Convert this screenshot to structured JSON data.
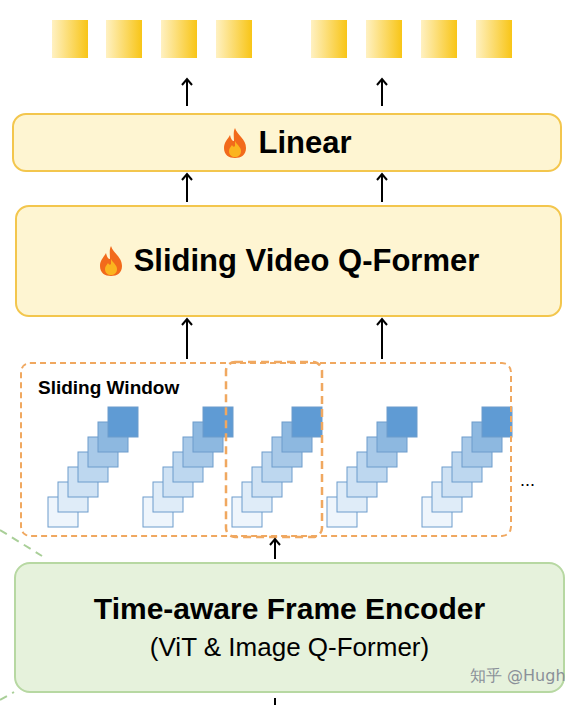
{
  "diagram": {
    "nodes": [
      {
        "text": [
          "Linear"
        ]
      },
      {
        "text": [
          "Sliding Video Q-Former"
        ]
      },
      {
        "text": [
          "Sliding Window"
        ]
      },
      {
        "text": [
          "Time-aware Frame Encoder",
          "(ViT & Image Q-Former)"
        ]
      }
    ],
    "edges": [
      {
        "from": 1,
        "to": 0,
        "arrow": "to"
      },
      {
        "from": 1,
        "to": 0,
        "arrow": "to"
      },
      {
        "from": 2,
        "to": 1,
        "arrow": "to"
      },
      {
        "from": 2,
        "to": 1,
        "arrow": "to"
      },
      {
        "from": 3,
        "to": 2,
        "arrow": "to"
      }
    ],
    "labels": [
      "...",
      "知乎 @Hugh"
    ]
  }
}
